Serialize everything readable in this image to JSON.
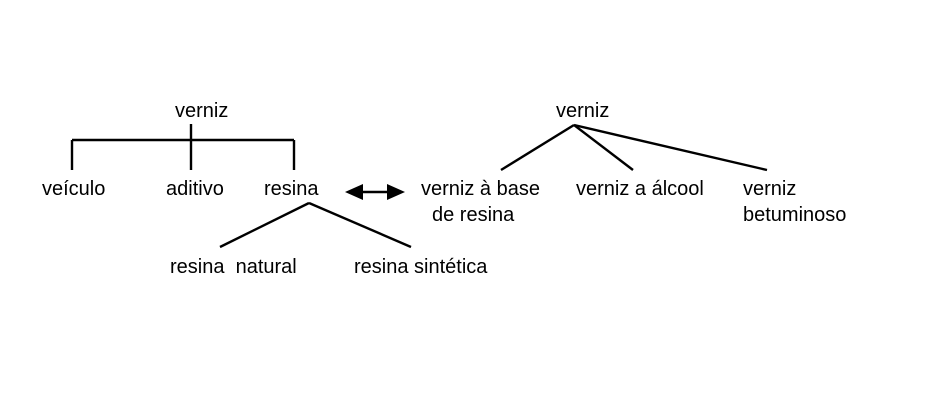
{
  "left_tree": {
    "root": "verniz",
    "children": [
      "veículo",
      "aditivo",
      "resina"
    ],
    "resina_children": [
      "resina  natural",
      "resina sintética"
    ]
  },
  "right_tree": {
    "root": "verniz",
    "children": [
      [
        "verniz à base",
        "de resina"
      ],
      [
        "verniz a álcool"
      ],
      [
        "verniz",
        "betuminoso"
      ]
    ]
  },
  "relation": "double-headed-arrow",
  "colors": {
    "ink": "#000000",
    "background": "#ffffff"
  }
}
